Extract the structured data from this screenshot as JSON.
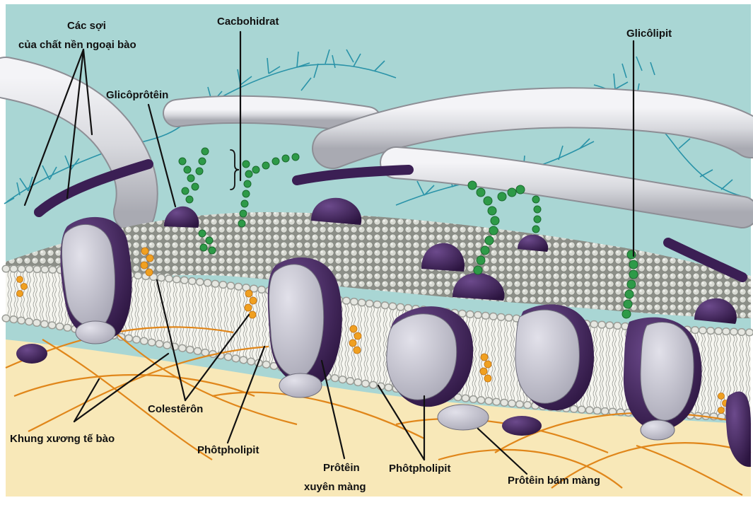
{
  "labels": {
    "extracellular_fibers_line1": "Các sợi",
    "extracellular_fibers_line2": "của chất nền ngoại bào",
    "carbohydrate": "Cacbohidrat",
    "glycoprotein": "Glicôprôtêin",
    "glycolipid": "Glicôlipit",
    "cholesterol": "Colestêrôn",
    "cytoskeleton": "Khung xương tế bào",
    "phospholipid_left": "Phôtpholipit",
    "transmembrane_protein_line1": "Prôtêin",
    "transmembrane_protein_line2": "xuyên màng",
    "phospholipid_right": "Phôtpholipit",
    "peripheral_protein": "Prôtêin bám màng"
  },
  "colors": {
    "extracellular": "#a9d6d4",
    "cytoplasm": "#f8e8b8",
    "membrane_surface": "#c7c9c2",
    "protein_purple": "#3b1f54",
    "protein_grey": "#c9c8d4",
    "carbohydrate_green": "#2e9a48",
    "cholesterol_orange": "#f0a020",
    "cytoskeleton_orange": "#e0861a",
    "fern_blue": "#2a93a8",
    "fiber_white": "#dcdde2"
  }
}
